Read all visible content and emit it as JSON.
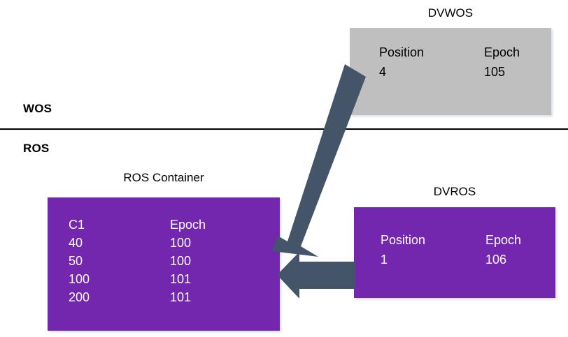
{
  "diagram": {
    "sections": [
      {
        "name": "wos",
        "label": "WOS"
      },
      {
        "name": "ros",
        "label": "ROS"
      }
    ],
    "divider_color": "#000000",
    "colors": {
      "wos_box_fill": "#bfbfbf",
      "ros_box_fill": "#7326ae",
      "arrow_fill": "#44556a",
      "text_dark": "#000000",
      "text_light": "#ffffff",
      "background": "#ffffff"
    },
    "boxes": {
      "dvwos": {
        "caption": "DVWOS",
        "fields": [
          {
            "header": "Position",
            "value": "4"
          },
          {
            "header": "Epoch",
            "value": "105"
          }
        ]
      },
      "dvros": {
        "caption": "DVROS",
        "fields": [
          {
            "header": "Position",
            "value": "1"
          },
          {
            "header": "Epoch",
            "value": "106"
          }
        ]
      },
      "ros_container": {
        "caption": "ROS Container",
        "columns": [
          "C1",
          "Epoch"
        ],
        "rows": [
          [
            "40",
            "100"
          ],
          [
            "50",
            "100"
          ],
          [
            "100",
            "101"
          ],
          [
            "200",
            "101"
          ]
        ]
      }
    },
    "arrows": [
      {
        "name": "dvwos-to-ros-container",
        "style": "diagonal-block-arrow",
        "from": "dvwos",
        "to": "ros-container"
      },
      {
        "name": "dvros-to-ros-container",
        "style": "horizontal-block-arrow",
        "from": "dvros",
        "to": "ros-container"
      }
    ]
  }
}
